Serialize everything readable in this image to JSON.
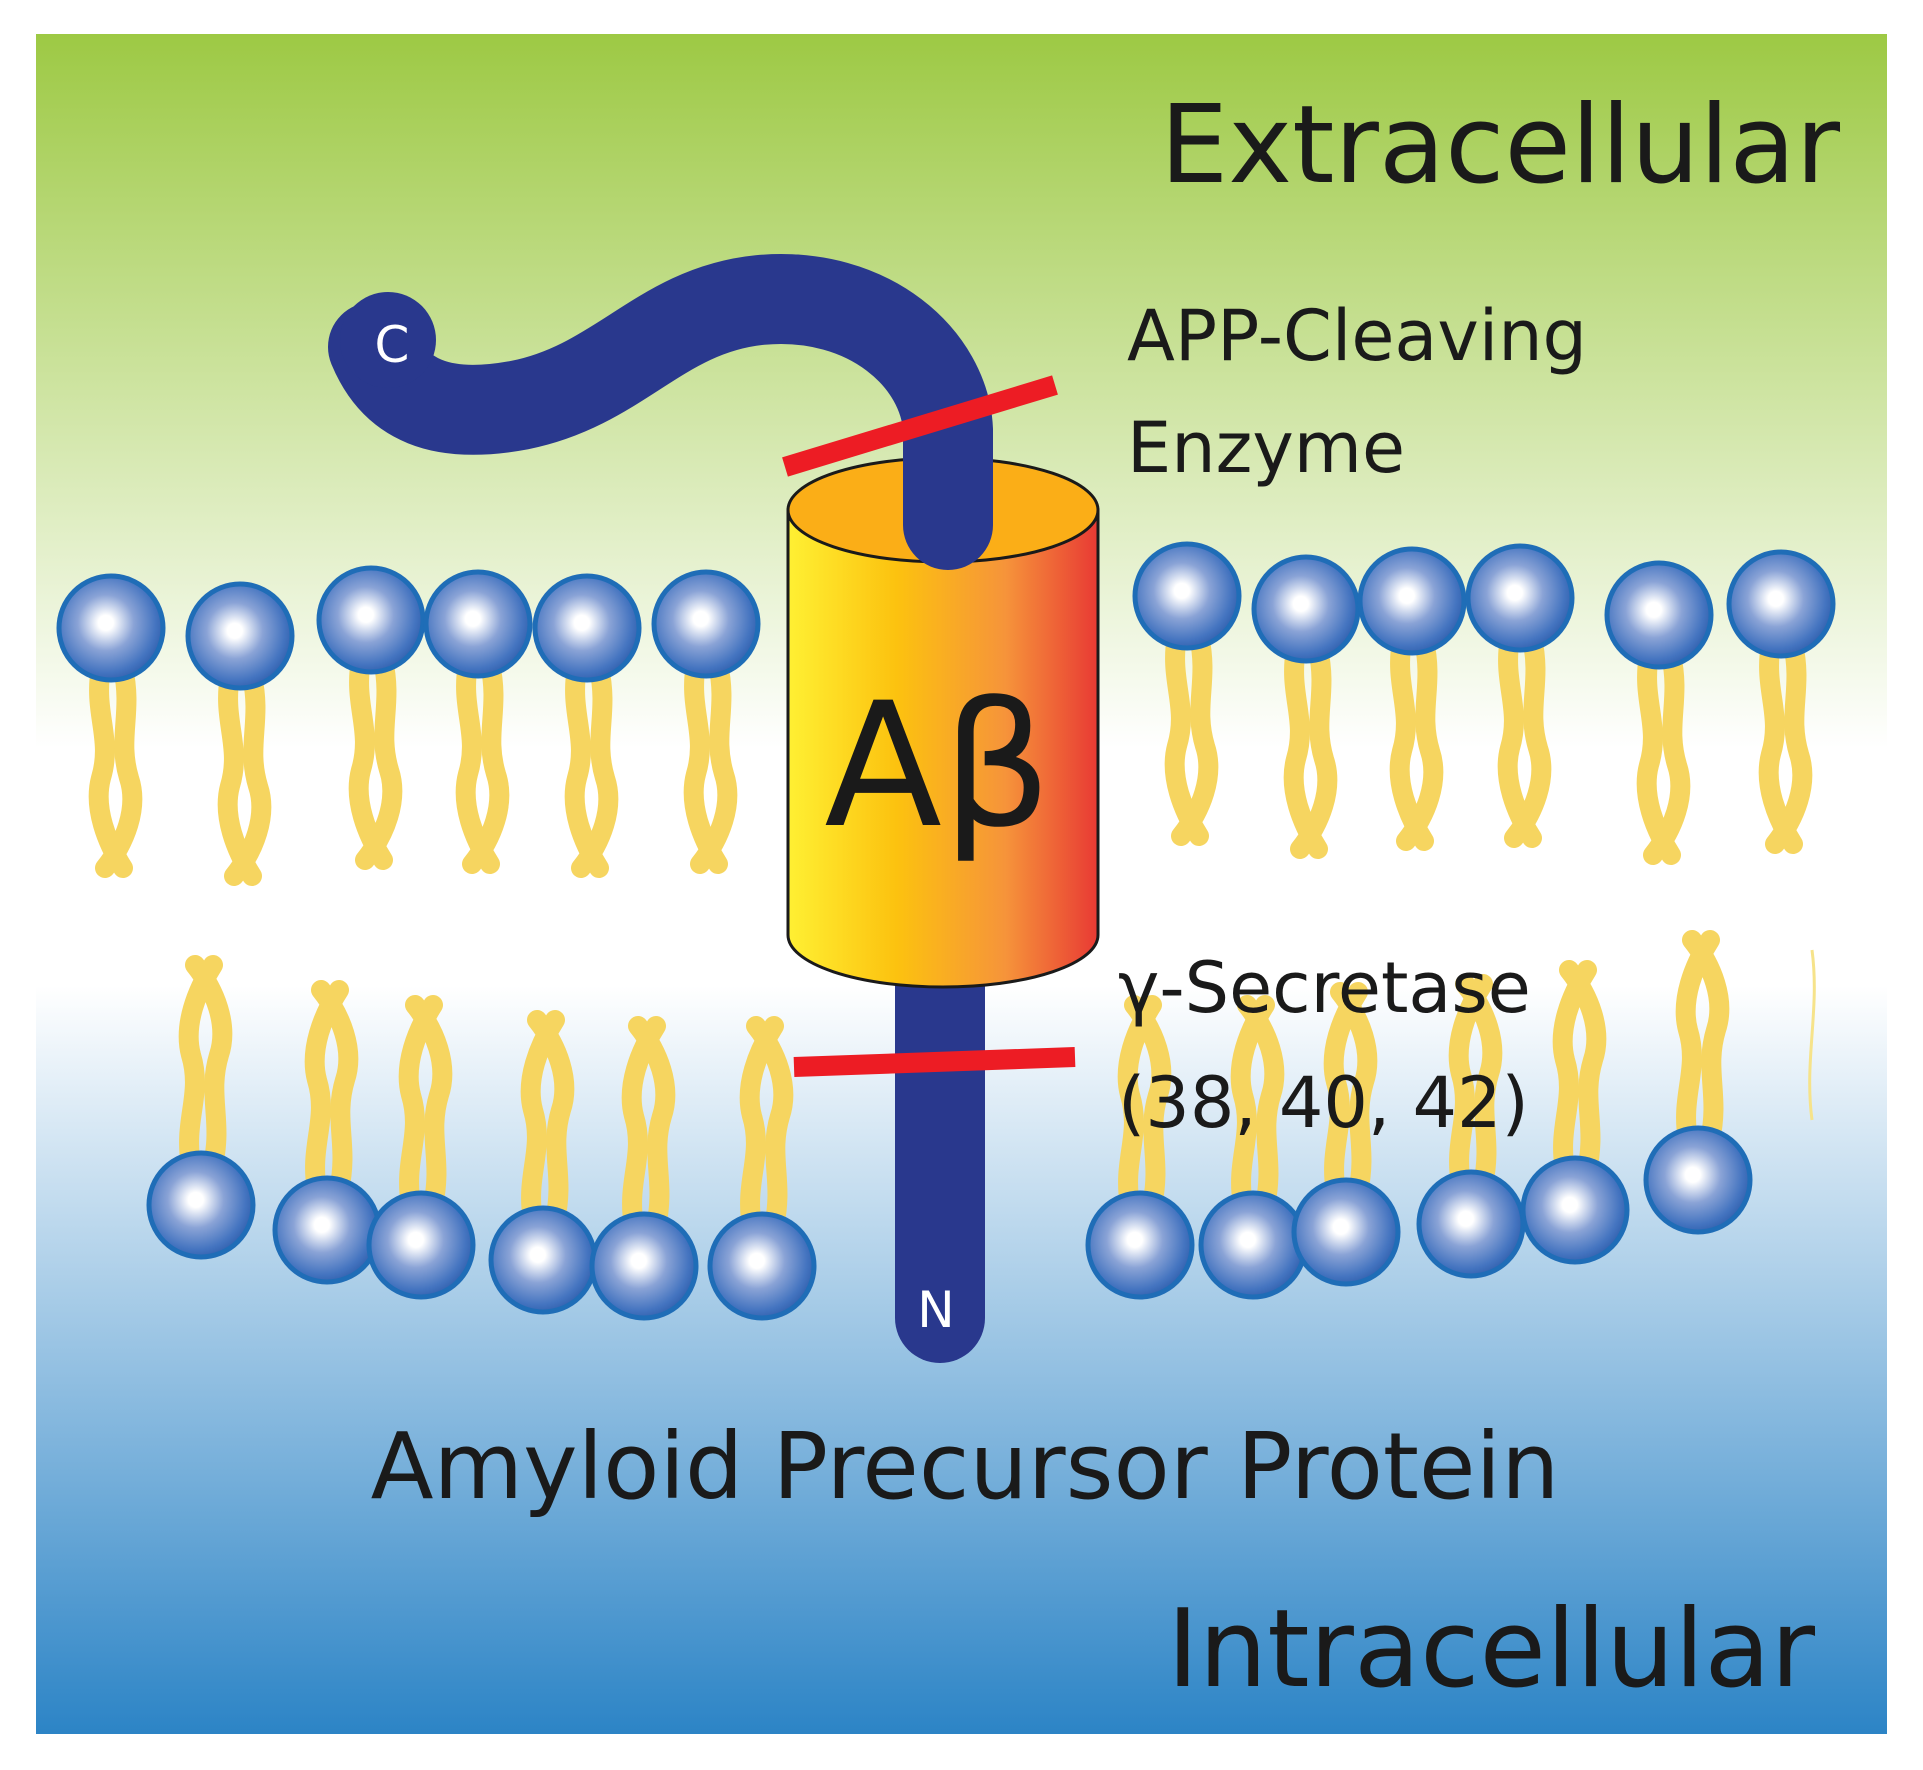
{
  "labels": {
    "extracellular": "Extracellular",
    "intracellular": "Intracellular",
    "enzyme_line1": "APP-Cleaving",
    "enzyme_line2": "Enzyme",
    "secretase_line1": "γ-Secretase",
    "secretase_line2": "(38, 40, 42)",
    "protein": "Amyloid Precursor Protein",
    "abeta": "Aβ",
    "c_terminus": "C",
    "n_terminus": "N"
  },
  "colors": {
    "extracellular_top": "#9dc944",
    "membrane_middle": "#ffffff",
    "intracellular_bottom": "#2c84c6",
    "protein_chain": "#29388d",
    "cleavage_mark": "#ed1c24",
    "cylinder_left": "#fff033",
    "cylinder_right": "#e83a34",
    "lipid_tail": "#f6d560",
    "lipid_head_outer": "#2b63b0",
    "lipid_head_inner": "#ffffff"
  },
  "icons": {
    "lipid": "phospholipid-icon",
    "protein": "protein-chain-icon"
  }
}
